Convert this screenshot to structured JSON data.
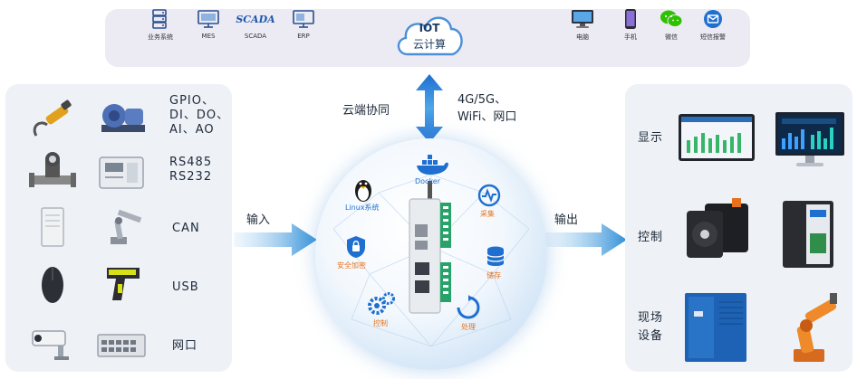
{
  "top_bar": {
    "items": [
      {
        "label": "业务系统",
        "icon": "server-icon"
      },
      {
        "label": "MES",
        "icon": "monitor-icon"
      },
      {
        "label": "SCADA",
        "icon": "scada-logo",
        "logo_text": "SCADA"
      },
      {
        "label": "ERP",
        "icon": "monitor-icon"
      },
      {
        "label": "电脑",
        "icon": "computer-icon"
      },
      {
        "label": "手机",
        "icon": "phone-icon"
      },
      {
        "label": "微信",
        "icon": "wechat-icon"
      },
      {
        "label": "短信报警",
        "icon": "sms-icon"
      }
    ],
    "cloud": {
      "line1": "IOT",
      "line2": "云计算"
    }
  },
  "links": {
    "cloud_collab": "云端协同",
    "network_line1": "4G/5G、",
    "network_line2": "WiFi、网口",
    "input": "输入",
    "output": "输出"
  },
  "inputs": [
    {
      "line1": "GPIO、",
      "line2": "DI、DO、",
      "line3": "AI、AO"
    },
    {
      "line1": "RS485",
      "line2": "RS232"
    },
    {
      "line1": "CAN"
    },
    {
      "line1": "USB"
    },
    {
      "line1": "网口"
    }
  ],
  "outputs": {
    "display": "显示",
    "control": "控制",
    "field_line1": "现场",
    "field_line2": "设备"
  },
  "center": {
    "linux": "Linux系统",
    "docker": "Docker",
    "collect": "采集",
    "security": "安全加密",
    "storage": "储存",
    "control": "控制",
    "process": "处理"
  },
  "colors": {
    "accent_blue": "#1e6fd0",
    "accent_orange": "#e8721c",
    "arrow_blue": "#2f8fd8",
    "panel_bg": "#eef1f6"
  }
}
